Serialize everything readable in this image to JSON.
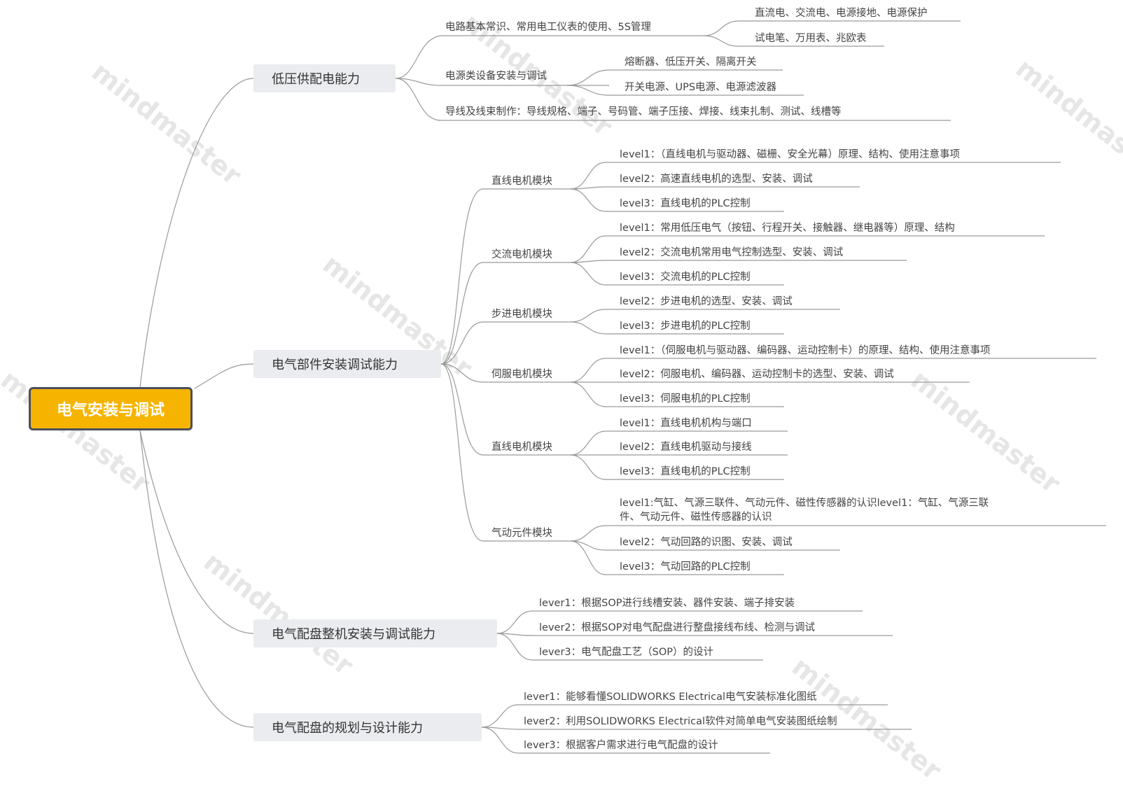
{
  "watermark": "mindmaster",
  "root": "电气安装与调试",
  "colors": {
    "root_fill": "#f6b400",
    "root_border": "#4b4f5c",
    "branch_fill": "#ebecef",
    "line": "#9a9a9a"
  },
  "branches": [
    {
      "label": "低压供配电能力",
      "children": [
        {
          "label": "电路基本常识、常用电工仪表的使用、5S管理",
          "leaves": [
            "直流电、交流电、电源接地、电源保护",
            "试电笔、万用表、兆欧表"
          ]
        },
        {
          "label": "电源类设备安装与调试",
          "leaves": [
            "熔断器、低压开关、隔离开关",
            "开关电源、UPS电源、电源滤波器"
          ]
        },
        {
          "label": "导线及线束制作：导线规格、端子、号码管、端子压接、焊接、线束扎制、测试、线槽等",
          "leaves": []
        }
      ]
    },
    {
      "label": "电气部件安装调试能力",
      "children": [
        {
          "label": "直线电机模块",
          "leaves": [
            "level1：（直线电机与驱动器、磁栅、安全光幕）原理、结构、使用注意事项",
            "level2：高速直线电机的选型、安装、调试",
            "level3：直线电机的PLC控制"
          ]
        },
        {
          "label": "交流电机模块",
          "leaves": [
            "level1：常用低压电气（按钮、行程开关、接触器、继电器等）原理、结构",
            "level2：交流电机常用电气控制选型、安装、调试",
            "level3：交流电机的PLC控制"
          ]
        },
        {
          "label": "步进电机模块",
          "leaves": [
            "level2：步进电机的选型、安装、调试",
            "level3：步进电机的PLC控制"
          ]
        },
        {
          "label": "伺服电机模块",
          "leaves": [
            "level1：（伺服电机与驱动器、编码器、运动控制卡）的原理、结构、使用注意事项",
            "level2：伺服电机、编码器、运动控制卡的选型、安装、调试",
            "level3：伺服电机的PLC控制"
          ]
        },
        {
          "label": "直线电机模块",
          "leaves": [
            "level1：直线电机机构与端口",
            "level2：直线电机驱动与接线",
            "level3：直线电机的PLC控制"
          ]
        },
        {
          "label": "气动元件模块",
          "leaves": [
            "level1:气缸、气源三联件、气动元件、磁性传感器的认识level1：气缸、气源三联",
            "件、气动元件、磁性传感器的认识",
            "level2：气动回路的识图、安装、调试",
            "level3：气动回路的PLC控制"
          ]
        }
      ]
    },
    {
      "label": "电气配盘整机安装与调试能力",
      "children": [
        {
          "label": "lever1：根据SOP进行线槽安装、器件安装、端子排安装",
          "leaves": []
        },
        {
          "label": "lever2：根据SOP对电气配盘进行整盘接线布线、检测与调试",
          "leaves": []
        },
        {
          "label": "lever3：电气配盘工艺（SOP）的设计",
          "leaves": []
        }
      ]
    },
    {
      "label": "电气配盘的规划与设计能力",
      "children": [
        {
          "label": "lever1：能够看懂SOLIDWORKS Electrical电气安装标准化图纸",
          "leaves": []
        },
        {
          "label": "lever2：利用SOLIDWORKS Electrical软件对简单电气安装图纸绘制",
          "leaves": []
        },
        {
          "label": "lever3：根据客户需求进行电气配盘的设计",
          "leaves": []
        }
      ]
    }
  ]
}
